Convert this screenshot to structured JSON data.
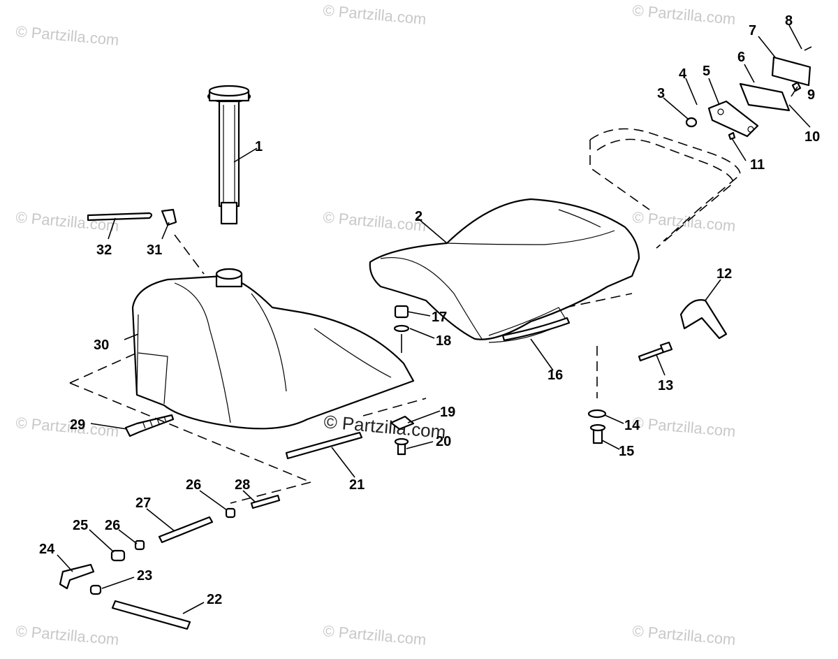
{
  "watermark": "© Partzilla.com",
  "center_watermark": "© Partzilla.com",
  "callouts": [
    {
      "id": "c1",
      "text": "1"
    },
    {
      "id": "c2",
      "text": "2"
    },
    {
      "id": "c3",
      "text": "3"
    },
    {
      "id": "c4",
      "text": "4"
    },
    {
      "id": "c5",
      "text": "5"
    },
    {
      "id": "c6",
      "text": "6"
    },
    {
      "id": "c7",
      "text": "7"
    },
    {
      "id": "c8",
      "text": "8"
    },
    {
      "id": "c9",
      "text": "9"
    },
    {
      "id": "c10",
      "text": "10"
    },
    {
      "id": "c11",
      "text": "11"
    },
    {
      "id": "c12",
      "text": "12"
    },
    {
      "id": "c13",
      "text": "13"
    },
    {
      "id": "c14",
      "text": "14"
    },
    {
      "id": "c15",
      "text": "15"
    },
    {
      "id": "c16",
      "text": "16"
    },
    {
      "id": "c17",
      "text": "17"
    },
    {
      "id": "c18",
      "text": "18"
    },
    {
      "id": "c19",
      "text": "19"
    },
    {
      "id": "c20",
      "text": "20"
    },
    {
      "id": "c21",
      "text": "21"
    },
    {
      "id": "c22",
      "text": "22"
    },
    {
      "id": "c23",
      "text": "23"
    },
    {
      "id": "c24",
      "text": "24"
    },
    {
      "id": "c25",
      "text": "25"
    },
    {
      "id": "c26a",
      "text": "26"
    },
    {
      "id": "c26b",
      "text": "26"
    },
    {
      "id": "c27",
      "text": "27"
    },
    {
      "id": "c28",
      "text": "28"
    },
    {
      "id": "c29",
      "text": "29"
    },
    {
      "id": "c30",
      "text": "30"
    },
    {
      "id": "c31",
      "text": "31"
    },
    {
      "id": "c32",
      "text": "32"
    }
  ]
}
